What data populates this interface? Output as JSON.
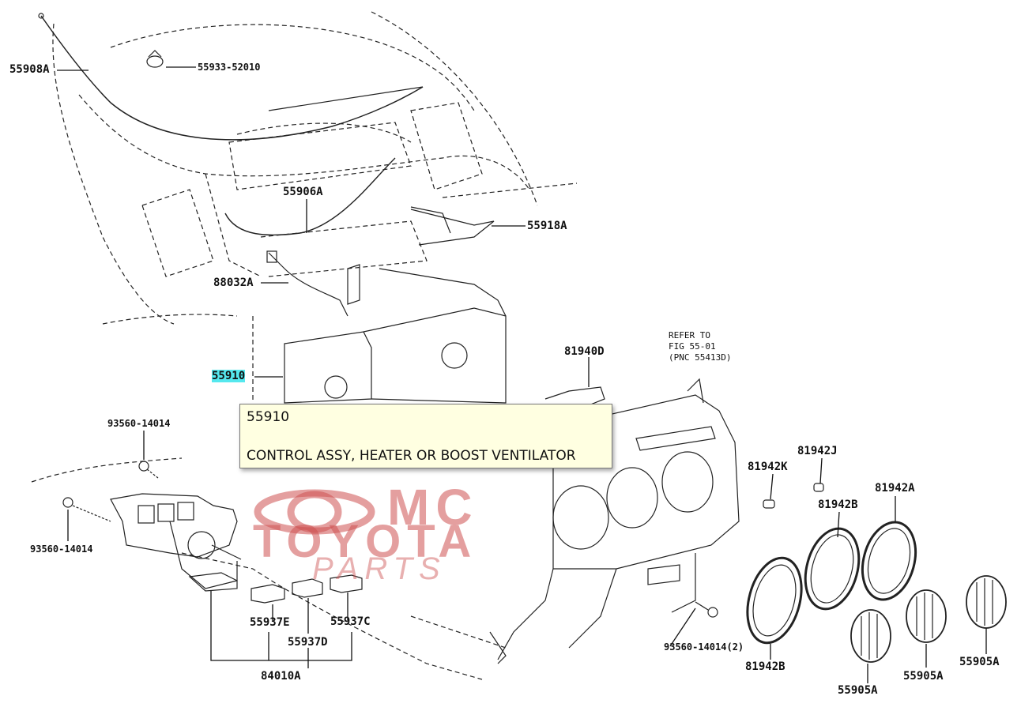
{
  "labels": {
    "l55908A": "55908A",
    "l55933": "55933-52010",
    "l55906A": "55906A",
    "l55918A": "55918A",
    "l88032A": "88032A",
    "l55910": "55910",
    "l81940D": "81940D",
    "refer_line1": "REFER TO",
    "refer_line2": "FIG 55-01",
    "refer_line3": "(PNC 55413D)",
    "l93560_top": "93560-14014",
    "l93560_left": "93560-14014",
    "l93560_2": "93560-14014(2)",
    "l81942K": "81942K",
    "l81942J": "81942J",
    "l81942A": "81942A",
    "l81942B_top": "81942B",
    "l81942B_bottom": "81942B",
    "l55937E": "55937E",
    "l55937D": "55937D",
    "l55937C": "55937C",
    "l84010A": "84010A",
    "l55905A_1": "55905A",
    "l55905A_2": "55905A",
    "l55905A_3": "55905A"
  },
  "tooltip": {
    "code": "55910",
    "description": "CONTROL ASSY, HEATER OR BOOST VENTILATOR"
  },
  "watermark": {
    "line1": "MC",
    "line2": "TOYOTA",
    "line3": "PARTS",
    "color": "#d05050"
  }
}
